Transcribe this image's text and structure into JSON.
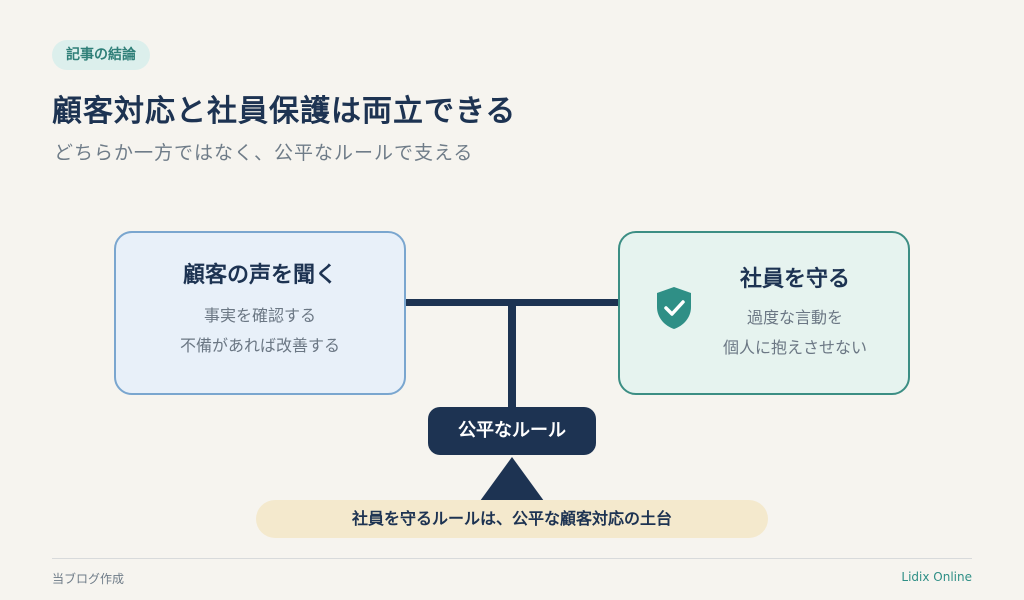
{
  "tag": "記事の結論",
  "title": "顧客対応と社員保護は両立できる",
  "subtitle": "どちらか一方ではなく、公平なルールで支える",
  "left_card": {
    "title": "顧客の声を聞く",
    "lines": [
      "事実を確認する",
      "不備があれば改善する"
    ]
  },
  "right_card": {
    "title": "社員を守る",
    "lines": [
      "過度な言動を",
      "個人に抱えさせない"
    ],
    "icon": "shield-check-icon"
  },
  "fulcrum_label": "公平なルール",
  "banner": "社員を守るルールは、公平な顧客対応の土台",
  "footer": {
    "left": "当ブログ作成",
    "right": "Lidix Online"
  },
  "colors": {
    "navy": "#1d3352",
    "teal": "#2f8f86",
    "left_card_bg": "#e8f0f9",
    "right_card_bg": "#e6f3ef",
    "banner_bg": "#f4e9cd"
  }
}
